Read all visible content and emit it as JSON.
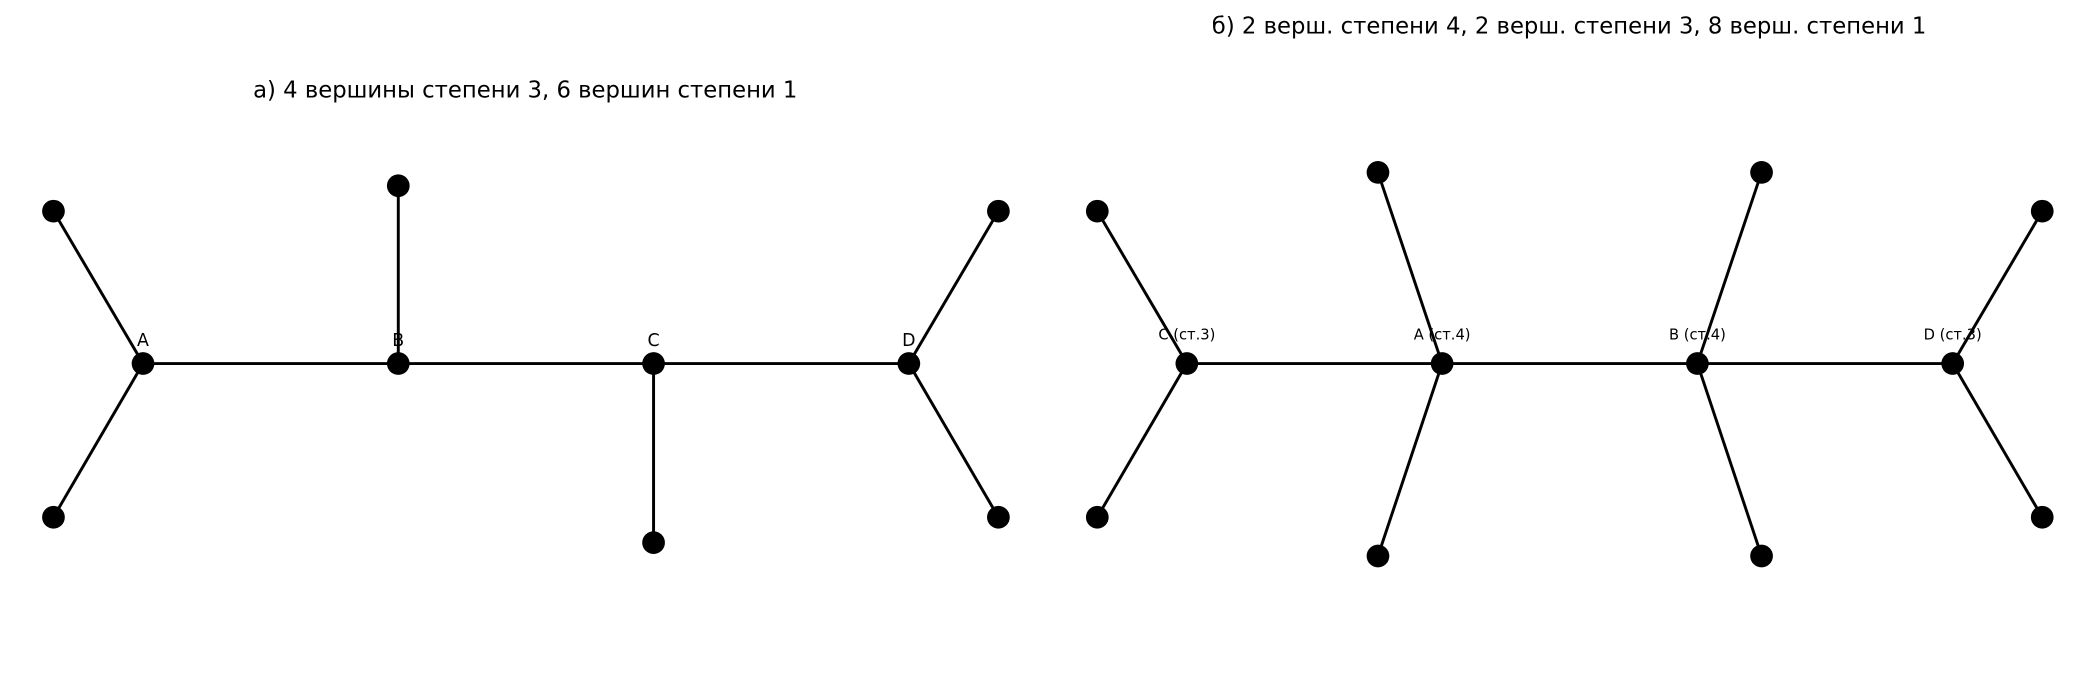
{
  "graph_a": {
    "title": "а) 4 вершины степени 3, 6 вершин степени 1",
    "labels": [
      "A",
      "B",
      "C",
      "D"
    ],
    "edges": [
      [
        "A",
        "B"
      ],
      [
        "B",
        "C"
      ],
      [
        "C",
        "D"
      ],
      [
        "A",
        "leaf1"
      ],
      [
        "A",
        "leaf2"
      ],
      [
        "B",
        "leaf3"
      ],
      [
        "C",
        "leaf4"
      ],
      [
        "D",
        "leaf5"
      ],
      [
        "D",
        "leaf6"
      ]
    ]
  },
  "graph_b": {
    "title": "б) 2 верш. степени 4, 2 верш. степени 3, 8 верш. степени 1",
    "labels": [
      "C (ст.3)",
      "A (ст.4)",
      "B (ст.4)",
      "D (ст.3)"
    ],
    "edges": [
      [
        "C",
        "A"
      ],
      [
        "A",
        "B"
      ],
      [
        "B",
        "D"
      ],
      [
        "C",
        "leaf1"
      ],
      [
        "C",
        "leaf2"
      ],
      [
        "A",
        "leaf3"
      ],
      [
        "A",
        "leaf4"
      ],
      [
        "B",
        "leaf5"
      ],
      [
        "B",
        "leaf6"
      ],
      [
        "D",
        "leaf7"
      ],
      [
        "D",
        "leaf8"
      ]
    ]
  },
  "colors": {
    "node": "#000000",
    "edge": "#000000",
    "background": "#ffffff"
  }
}
